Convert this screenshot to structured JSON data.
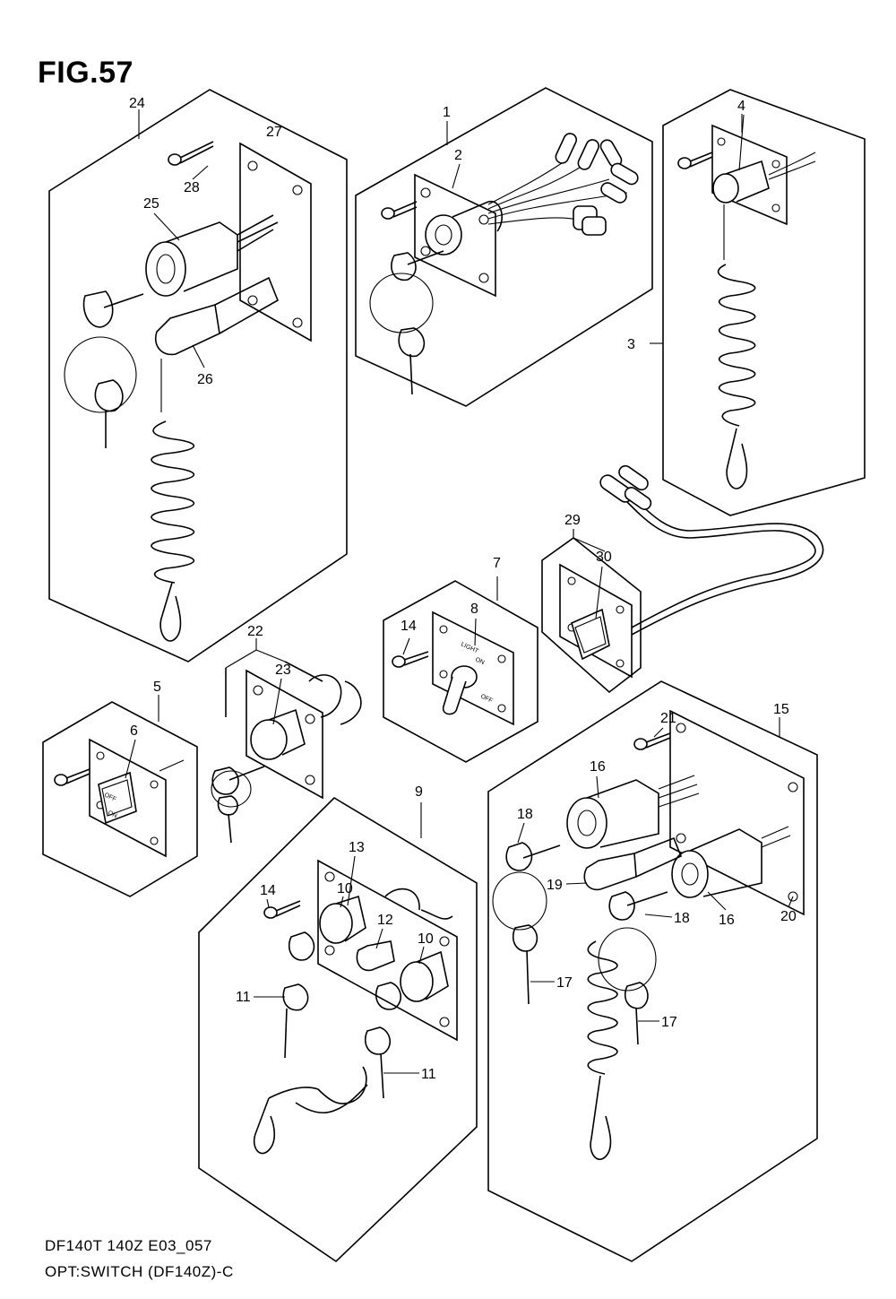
{
  "figure": {
    "title": "FIG.57",
    "footer_line1": "DF140T 140Z E03_057",
    "footer_line2": "OPT:SWITCH (DF140Z)-C"
  },
  "callouts": [
    {
      "id": "c24",
      "label": "24"
    },
    {
      "id": "c27",
      "label": "27"
    },
    {
      "id": "c28",
      "label": "28"
    },
    {
      "id": "c25",
      "label": "25"
    },
    {
      "id": "c26",
      "label": "26"
    },
    {
      "id": "c1",
      "label": "1"
    },
    {
      "id": "c2",
      "label": "2"
    },
    {
      "id": "c4",
      "label": "4"
    },
    {
      "id": "c3",
      "label": "3"
    },
    {
      "id": "c29",
      "label": "29"
    },
    {
      "id": "c30",
      "label": "30"
    },
    {
      "id": "c7",
      "label": "7"
    },
    {
      "id": "c8",
      "label": "8"
    },
    {
      "id": "c14a",
      "label": "14"
    },
    {
      "id": "c22",
      "label": "22"
    },
    {
      "id": "c23",
      "label": "23"
    },
    {
      "id": "c5",
      "label": "5"
    },
    {
      "id": "c6",
      "label": "6"
    },
    {
      "id": "c15",
      "label": "15"
    },
    {
      "id": "c21",
      "label": "21"
    },
    {
      "id": "c16a",
      "label": "16"
    },
    {
      "id": "c18a",
      "label": "18"
    },
    {
      "id": "c19",
      "label": "19"
    },
    {
      "id": "c18b",
      "label": "18"
    },
    {
      "id": "c16b",
      "label": "16"
    },
    {
      "id": "c20",
      "label": "20"
    },
    {
      "id": "c17a",
      "label": "17"
    },
    {
      "id": "c17b",
      "label": "17"
    },
    {
      "id": "c9",
      "label": "9"
    },
    {
      "id": "c13",
      "label": "13"
    },
    {
      "id": "c14b",
      "label": "14"
    },
    {
      "id": "c10a",
      "label": "10"
    },
    {
      "id": "c12",
      "label": "12"
    },
    {
      "id": "c10b",
      "label": "10"
    },
    {
      "id": "c11a",
      "label": "11"
    },
    {
      "id": "c11b",
      "label": "11"
    }
  ],
  "panel_markings": {
    "light": "LIGHT",
    "on": "ON",
    "off": "OFF"
  }
}
